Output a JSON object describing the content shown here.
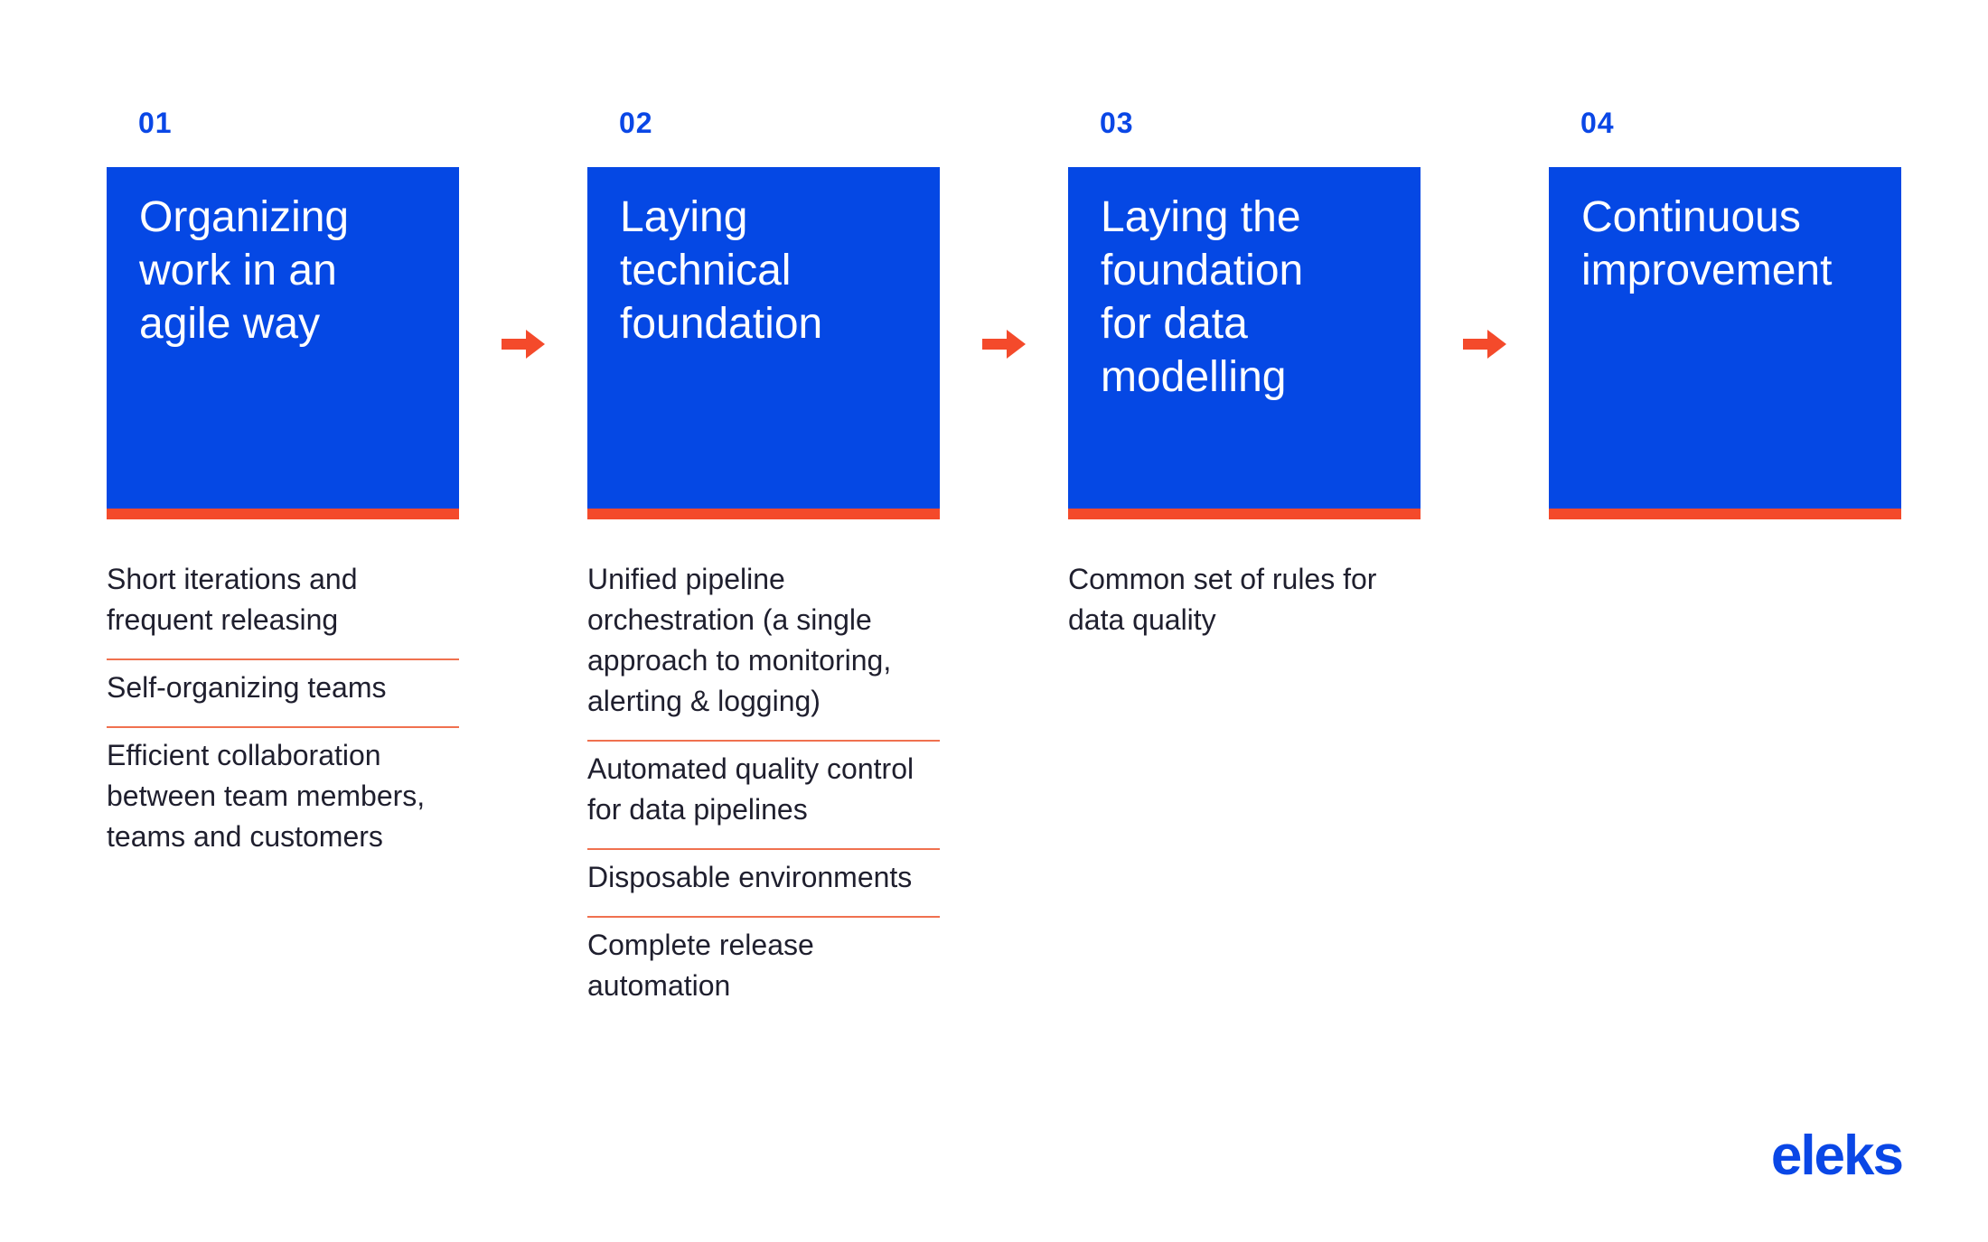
{
  "steps": [
    {
      "number": "01",
      "title": "Organizing\nwork in an\nagile way",
      "items": [
        "Short iterations and\nfrequent releasing",
        "Self-organizing teams",
        "Efficient collaboration\nbetween team members,\nteams and customers"
      ]
    },
    {
      "number": "02",
      "title": "Laying\ntechnical\nfoundation",
      "items": [
        "Unified pipeline\norchestration (a single\napproach to monitoring,\nalerting & logging)",
        "Automated quality control\nfor data pipelines",
        "Disposable environments",
        "Complete release\nautomation"
      ]
    },
    {
      "number": "03",
      "title": "Laying the\nfoundation\nfor data\nmodelling",
      "items": [
        "Common set of rules for\ndata quality"
      ]
    },
    {
      "number": "04",
      "title": "Continuous\nimprovement",
      "items": []
    }
  ],
  "arrow_icon": "arrow-right-icon",
  "colors": {
    "primary_blue": "#0548e4",
    "accent_red": "#f44a2b",
    "divider": "#f0714f"
  },
  "logo": {
    "text": "eleks"
  }
}
